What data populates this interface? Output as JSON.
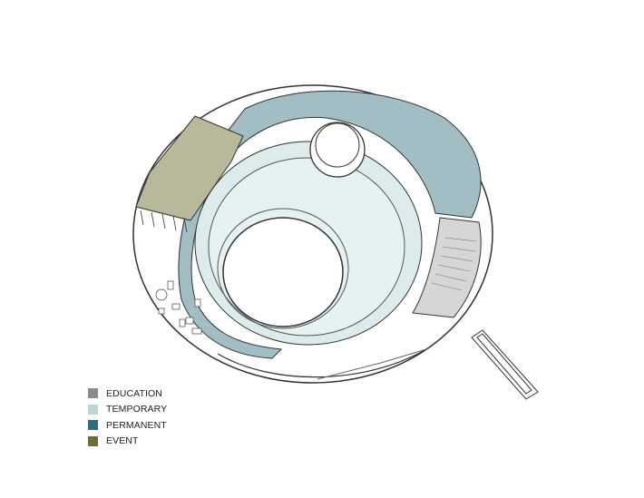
{
  "legend": [
    {
      "label": "EDUCATION",
      "color": "#8c8c8c"
    },
    {
      "label": "TEMPORARY",
      "color": "#b9d6d9"
    },
    {
      "label": "PERMANENT",
      "color": "#2e6c80"
    },
    {
      "label": "EVENT",
      "color": "#6b6e3a"
    }
  ],
  "zone_colors": {
    "education_area": "#d6d6d6",
    "temporary_area": "#dcebeb",
    "permanent_area": "#a3bdc5",
    "event_area": "#b8b99a"
  }
}
